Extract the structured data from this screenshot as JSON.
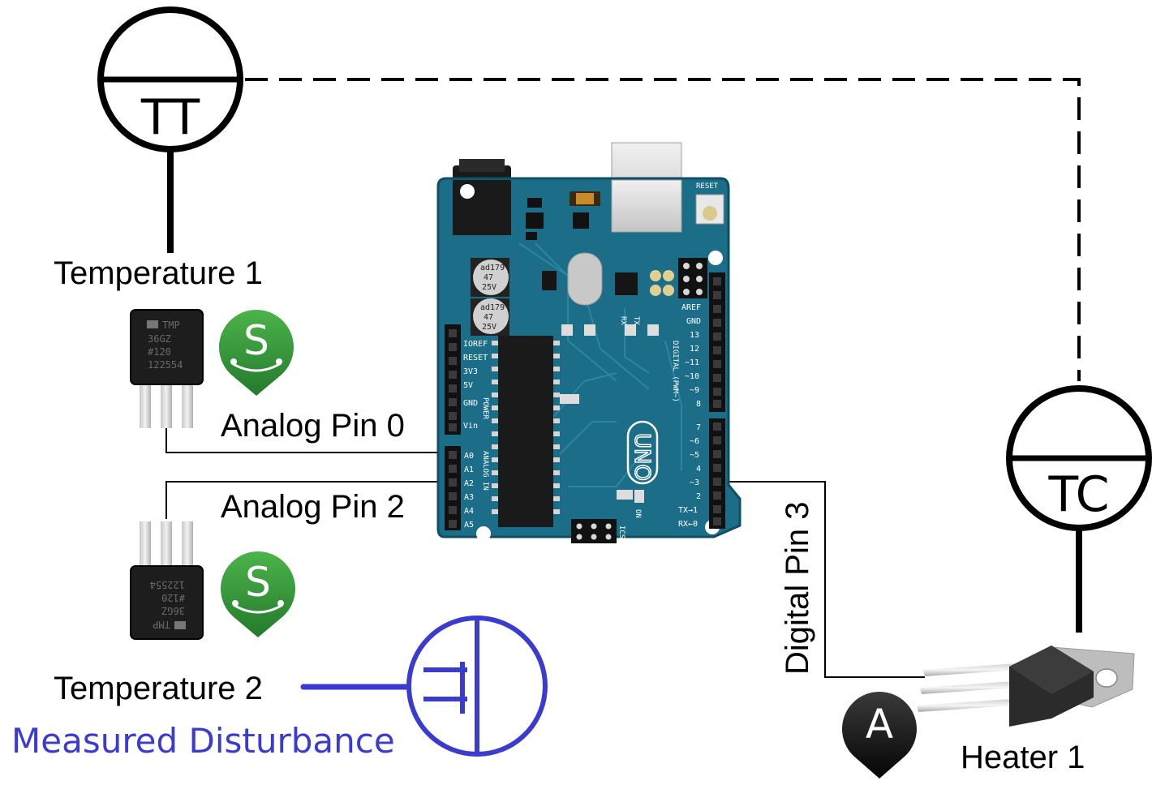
{
  "instruments": {
    "tt_label": "TT",
    "tc_label": "TC"
  },
  "labels": {
    "temperature_1": "Temperature 1",
    "temperature_2": "Temperature 2",
    "analog_pin_0": "Analog Pin 0",
    "analog_pin_2": "Analog Pin 2",
    "digital_pin_3": "Digital Pin 3",
    "heater_1": "Heater 1",
    "measured_disturbance": "Measured Disturbance"
  },
  "badges": {
    "sensor_1": "S",
    "sensor_2": "S",
    "actuator": "A"
  },
  "sensor_chip": {
    "line1": "TMP",
    "line2": "36GZ",
    "line3": "#120",
    "line4": "122554"
  },
  "board": {
    "name": "UNO",
    "reset": "RESET",
    "power_header_label": "POWER",
    "analog_header_label": "ANALOG IN",
    "digital_header_label": "DIGITAL (PWM~)",
    "on_label": "ON",
    "icsp_label": "ICSP",
    "tx_label": "TX",
    "rx_label": "RX",
    "aref": "AREF",
    "gnd": "GND",
    "cap_line1": "ad179",
    "cap_line2": "47",
    "cap_line3": "25V",
    "power_pins": [
      "IOREF",
      "RESET",
      "3V3",
      "5V",
      "GND",
      "Vin"
    ],
    "analog_pins": [
      "A0",
      "A1",
      "A2",
      "A3",
      "A4",
      "A5"
    ],
    "digital_pins": [
      "13",
      "12",
      "~11",
      "~10",
      "~9",
      "8",
      "7",
      "~6",
      "~5",
      "4",
      "~3",
      "2",
      "TX→1",
      "RX←0"
    ]
  },
  "colors": {
    "board": "#1b6d88",
    "line": "#000000",
    "disturbance": "#3b3bd0",
    "badge_green": "#2f8f3a",
    "badge_black": "#141414"
  }
}
